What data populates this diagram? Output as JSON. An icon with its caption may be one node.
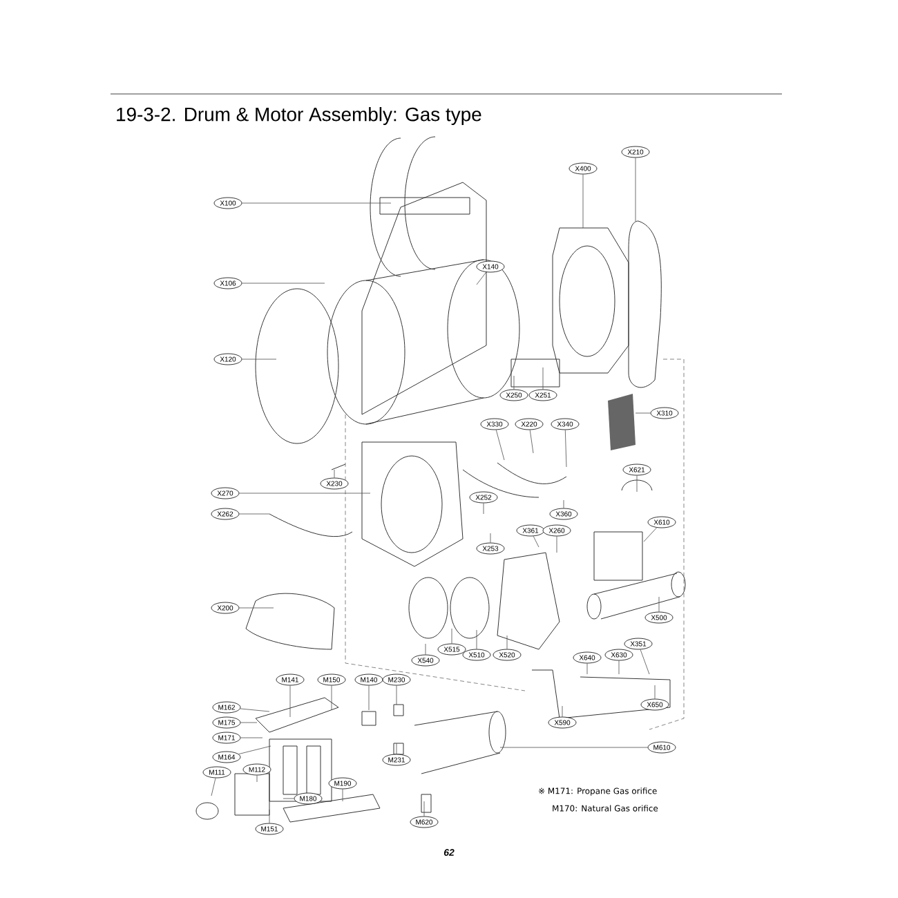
{
  "diagram": {
    "title": "19-3-2. Drum & Motor Assembly: Gas type",
    "nodes": [
      {
        "text": [
          "X100"
        ]
      },
      {
        "text": [
          "X106"
        ]
      },
      {
        "text": [
          "X120"
        ]
      },
      {
        "text": [
          "X140"
        ]
      },
      {
        "text": [
          "X400"
        ]
      },
      {
        "text": [
          "X210"
        ]
      },
      {
        "text": [
          "X250"
        ]
      },
      {
        "text": [
          "X251"
        ]
      },
      {
        "text": [
          "X310"
        ]
      },
      {
        "text": [
          "X330"
        ]
      },
      {
        "text": [
          "X220"
        ]
      },
      {
        "text": [
          "X340"
        ]
      },
      {
        "text": [
          "X230"
        ]
      },
      {
        "text": [
          "X270"
        ]
      },
      {
        "text": [
          "X262"
        ]
      },
      {
        "text": [
          "X621"
        ]
      },
      {
        "text": [
          "X360"
        ]
      },
      {
        "text": [
          "X610"
        ]
      },
      {
        "text": [
          "X252"
        ]
      },
      {
        "text": [
          "X253"
        ]
      },
      {
        "text": [
          "X361"
        ]
      },
      {
        "text": [
          "X260"
        ]
      },
      {
        "text": [
          "X200"
        ]
      },
      {
        "text": [
          "X500"
        ]
      },
      {
        "text": [
          "X540"
        ]
      },
      {
        "text": [
          "X515"
        ]
      },
      {
        "text": [
          "X510"
        ]
      },
      {
        "text": [
          "X520"
        ]
      },
      {
        "text": [
          "X640"
        ]
      },
      {
        "text": [
          "X630"
        ]
      },
      {
        "text": [
          "X351"
        ]
      },
      {
        "text": [
          "X650"
        ]
      },
      {
        "text": [
          "X590"
        ]
      },
      {
        "text": [
          "M610"
        ]
      },
      {
        "text": [
          "M141"
        ]
      },
      {
        "text": [
          "M150"
        ]
      },
      {
        "text": [
          "M140"
        ]
      },
      {
        "text": [
          "M230"
        ]
      },
      {
        "text": [
          "M162"
        ]
      },
      {
        "text": [
          "M175"
        ]
      },
      {
        "text": [
          "M171"
        ]
      },
      {
        "text": [
          "M164"
        ]
      },
      {
        "text": [
          "M112"
        ]
      },
      {
        "text": [
          "M111"
        ]
      },
      {
        "text": [
          "M190"
        ]
      },
      {
        "text": [
          "M180"
        ]
      },
      {
        "text": [
          "M231"
        ]
      },
      {
        "text": [
          "M151"
        ]
      },
      {
        "text": [
          "M620"
        ]
      }
    ],
    "edges": [
      {
        "from": 0,
        "to": null,
        "arrow": "none"
      },
      {
        "from": 1,
        "to": null,
        "arrow": "none"
      },
      {
        "from": 2,
        "to": null,
        "arrow": "none"
      },
      {
        "from": 3,
        "to": null,
        "arrow": "none"
      },
      {
        "from": 4,
        "to": null,
        "arrow": "none"
      },
      {
        "from": 5,
        "to": null,
        "arrow": "none"
      },
      {
        "from": 6,
        "to": null,
        "arrow": "none"
      },
      {
        "from": 7,
        "to": null,
        "arrow": "none"
      },
      {
        "from": 8,
        "to": null,
        "arrow": "none"
      },
      {
        "from": 9,
        "to": null,
        "arrow": "none"
      },
      {
        "from": 10,
        "to": null,
        "arrow": "none"
      },
      {
        "from": 11,
        "to": null,
        "arrow": "none"
      },
      {
        "from": 12,
        "to": null,
        "arrow": "none"
      },
      {
        "from": 13,
        "to": null,
        "arrow": "none"
      },
      {
        "from": 14,
        "to": null,
        "arrow": "none"
      },
      {
        "from": 15,
        "to": null,
        "arrow": "none"
      },
      {
        "from": 16,
        "to": null,
        "arrow": "none"
      },
      {
        "from": 17,
        "to": null,
        "arrow": "none"
      },
      {
        "from": 18,
        "to": null,
        "arrow": "none"
      },
      {
        "from": 19,
        "to": null,
        "arrow": "none"
      },
      {
        "from": 20,
        "to": null,
        "arrow": "none"
      },
      {
        "from": 21,
        "to": null,
        "arrow": "none"
      },
      {
        "from": 22,
        "to": null,
        "arrow": "none"
      },
      {
        "from": 23,
        "to": null,
        "arrow": "none"
      },
      {
        "from": 24,
        "to": null,
        "arrow": "none"
      },
      {
        "from": 25,
        "to": null,
        "arrow": "none"
      },
      {
        "from": 26,
        "to": null,
        "arrow": "none"
      },
      {
        "from": 27,
        "to": null,
        "arrow": "none"
      },
      {
        "from": 28,
        "to": null,
        "arrow": "none"
      },
      {
        "from": 29,
        "to": null,
        "arrow": "none"
      },
      {
        "from": 30,
        "to": null,
        "arrow": "none"
      },
      {
        "from": 31,
        "to": null,
        "arrow": "none"
      },
      {
        "from": 32,
        "to": null,
        "arrow": "none"
      },
      {
        "from": 33,
        "to": null,
        "arrow": "none"
      },
      {
        "from": 34,
        "to": null,
        "arrow": "none"
      },
      {
        "from": 35,
        "to": null,
        "arrow": "none"
      },
      {
        "from": 36,
        "to": null,
        "arrow": "none"
      },
      {
        "from": 37,
        "to": null,
        "arrow": "none"
      },
      {
        "from": 38,
        "to": null,
        "arrow": "none"
      },
      {
        "from": 39,
        "to": null,
        "arrow": "none"
      },
      {
        "from": 40,
        "to": null,
        "arrow": "none"
      },
      {
        "from": 41,
        "to": null,
        "arrow": "none"
      },
      {
        "from": 42,
        "to": null,
        "arrow": "none"
      },
      {
        "from": 43,
        "to": null,
        "arrow": "none"
      },
      {
        "from": 44,
        "to": null,
        "arrow": "none"
      },
      {
        "from": 45,
        "to": null,
        "arrow": "none"
      },
      {
        "from": 46,
        "to": null,
        "arrow": "none"
      },
      {
        "from": 47,
        "to": null,
        "arrow": "none"
      },
      {
        "from": 48,
        "to": null,
        "arrow": "none"
      }
    ],
    "labels": [
      "※ M171: Propane Gas orifice",
      "M170: Natural Gas orifice",
      "62"
    ]
  }
}
